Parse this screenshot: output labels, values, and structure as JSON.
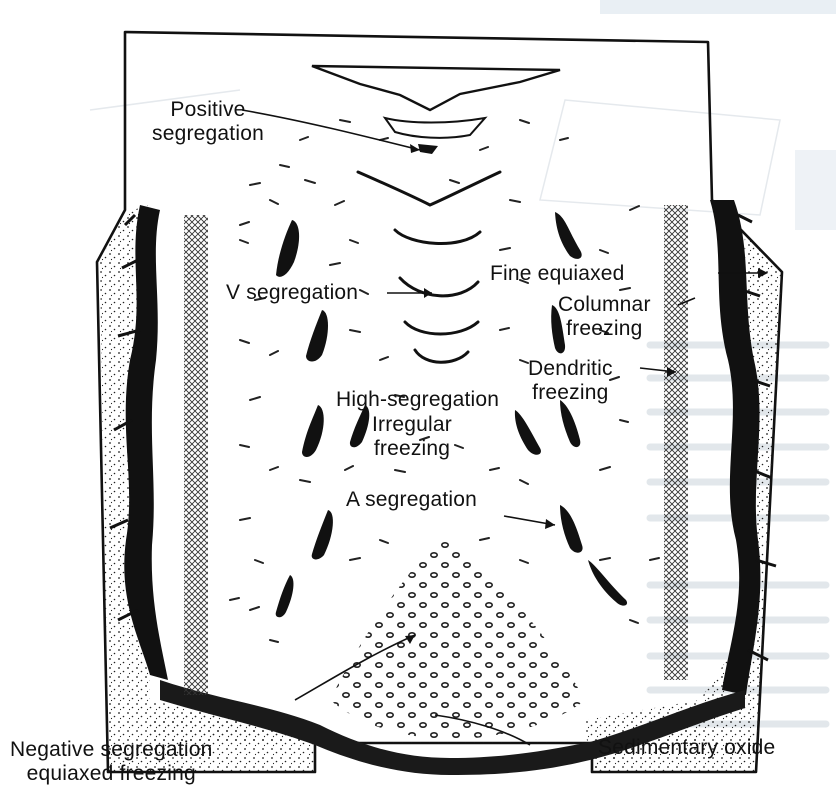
{
  "labels": {
    "positive_segregation": [
      "Positive",
      "segregation"
    ],
    "v_segregation": "V segregation",
    "fine_equiaxed": "Fine equiaxed",
    "columnar_freezing": [
      "Columnar",
      "freezing"
    ],
    "dendritic_freezing": [
      "Dendritic",
      "freezing"
    ],
    "high_segregation": "High-segregation",
    "irregular_freezing": [
      "Irregular",
      "freezing"
    ],
    "a_segregation": "A segregation",
    "negative_segregation": [
      "Negative segregation",
      "equiaxed freezing"
    ],
    "sedimentary_oxide": "Sedimentary oxide"
  },
  "colors": {
    "ink": "#1a1a1a",
    "paper": "#ffffff",
    "scan_tint": "#eef3f7"
  }
}
